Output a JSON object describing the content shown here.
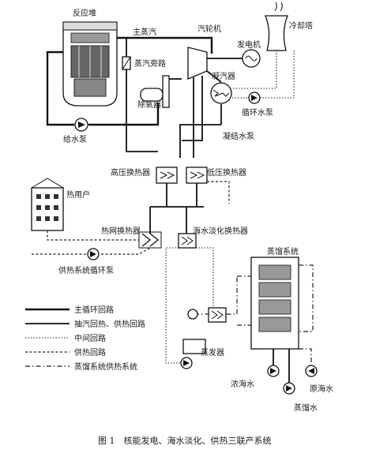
{
  "labels": {
    "reactor": "反应堆",
    "main_steam": "主蒸汽",
    "turbine": "汽轮机",
    "generator": "发电机",
    "cooling_tower": "冷却塔",
    "steam_bypass": "蒸汽旁路",
    "deaerator": "除氧器",
    "condenser": "凝汽器",
    "circulating_pump": "循环水泵",
    "feedwater_pump": "给水泵",
    "condensate_pump": "凝结水泵",
    "hp_heater": "高压换热器",
    "lp_heater": "低压换热器",
    "heat_user": "热用户",
    "heat_net_exchanger": "热网换热器",
    "desal_exchanger": "海水淡化换热器",
    "distillation_system": "蒸馏系统",
    "heating_pump": "供热系统循环泵",
    "evaporator": "蒸发器",
    "brine": "浓海水",
    "seawater": "原海水",
    "distilled_water": "蒸馏水"
  },
  "legend": [
    {
      "label": "主循环回路",
      "style": "main"
    },
    {
      "label": "抽汽回热、供热回路",
      "style": "thick"
    },
    {
      "label": "中间回路",
      "style": "mid"
    },
    {
      "label": "供热回路",
      "style": "heat"
    },
    {
      "label": "蒸馏系统供热系统",
      "style": "dist"
    }
  ],
  "caption": "图 1　核能发电、海水淡化、供热三联产系统"
}
